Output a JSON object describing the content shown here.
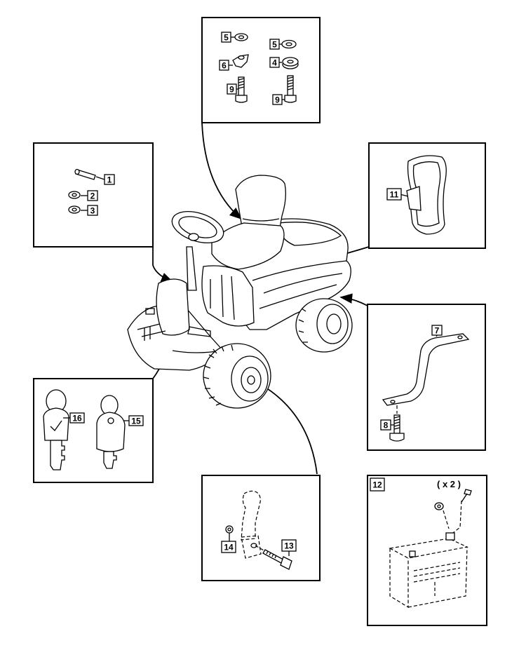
{
  "diagram": {
    "part_labels": {
      "p1": "1",
      "p2": "2",
      "p3": "3",
      "p4": "4",
      "p5a": "5",
      "p5b": "5",
      "p6": "6",
      "p7": "7",
      "p8": "8",
      "p9a": "9",
      "p9b": "9",
      "p11": "11",
      "p12": "12",
      "p13": "13",
      "p14": "14",
      "p15": "15",
      "p16": "16"
    },
    "quantity_note": "( x 2 )"
  }
}
